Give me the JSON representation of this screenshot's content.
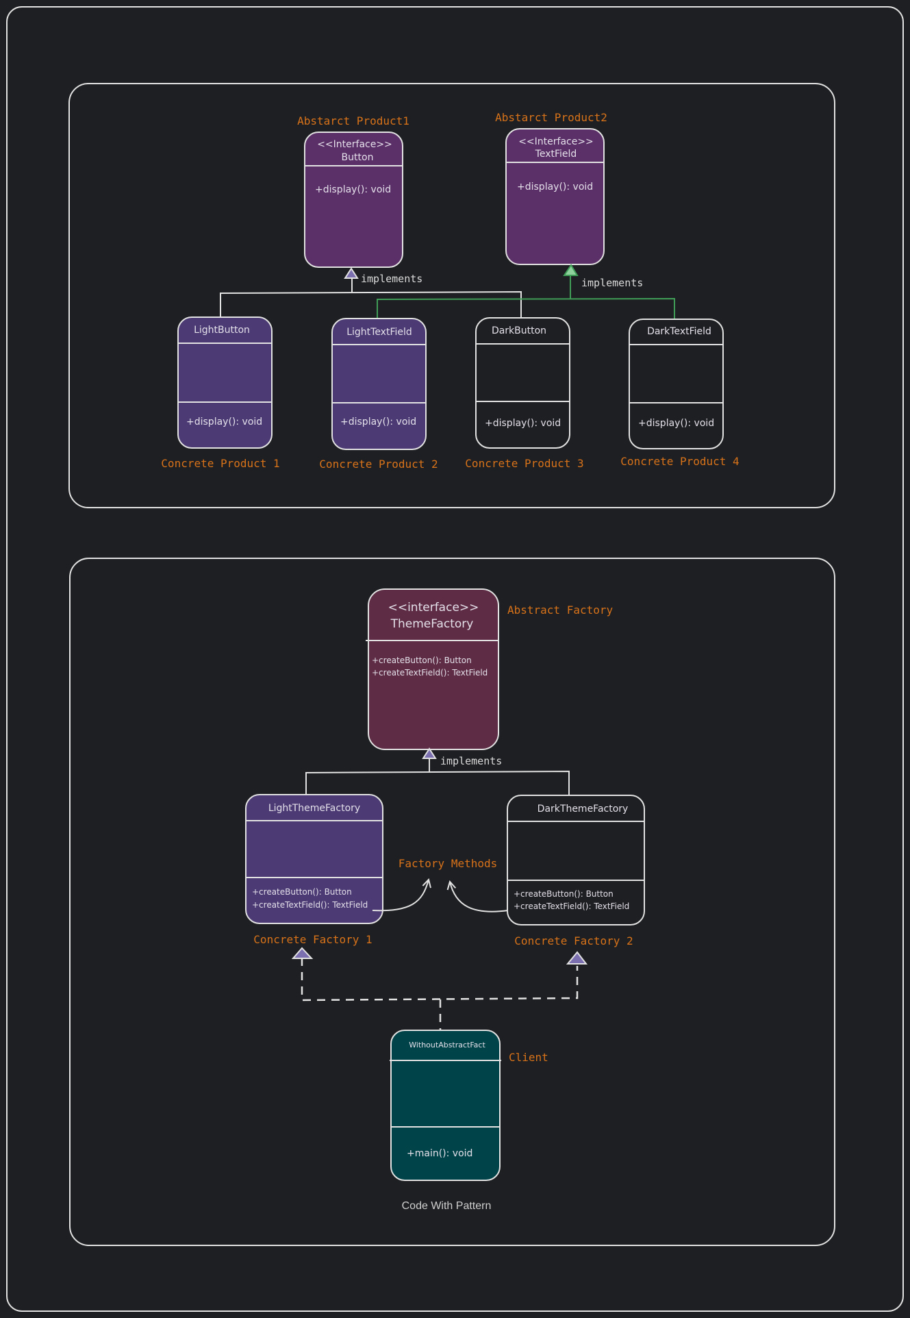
{
  "colors": {
    "background": "#1e1f22",
    "stroke": "#e2e2e2",
    "orange": "#d9731a",
    "interface_purple": "#5b2f68",
    "concrete_purple": "#4b3a74",
    "factory_maroon": "#5e2d45",
    "client_teal": "#00444a",
    "green_link": "#3f9d57"
  },
  "products": {
    "abstract1": {
      "label": "Abstarct Product1",
      "stereotype": "<<Interface>>",
      "name": "Button",
      "method": "+display(): void"
    },
    "abstract2": {
      "label": "Abstarct Product2",
      "stereotype": "<<Interface>>",
      "name": "TextField",
      "method": "+display(): void"
    },
    "implements_1": "implements",
    "implements_2": "implements",
    "concrete": [
      {
        "name": "LightButton",
        "method": "+display(): void",
        "label": "Concrete Product 1"
      },
      {
        "name": "LightTextField",
        "method": "+display(): void",
        "label": "Concrete Product 2"
      },
      {
        "name": "DarkButton",
        "method": "+display(): void",
        "label": "Concrete Product 3"
      },
      {
        "name": "DarkTextField",
        "method": "+display(): void",
        "label": "Concrete Product 4"
      }
    ]
  },
  "factories": {
    "abstract": {
      "label": "Abstract Factory",
      "stereotype": "<<interface>>",
      "name": "ThemeFactory",
      "methods": [
        "+createButton(): Button",
        "+createTextField(): TextField"
      ]
    },
    "implements": "implements",
    "factory_methods_label": "Factory Methods",
    "concrete": [
      {
        "name": "LightThemeFactory",
        "methods": [
          "+createButton(): Button",
          "+createTextField(): TextField"
        ],
        "label": "Concrete Factory 1"
      },
      {
        "name": "DarkThemeFactory",
        "methods": [
          "+createButton(): Button",
          "+createTextField(): TextField"
        ],
        "label": "Concrete Factory 2"
      }
    ],
    "client": {
      "label": "Client",
      "name": "WithoutAbstractFact",
      "method": "+main(): void"
    },
    "caption": "Code With Pattern"
  }
}
